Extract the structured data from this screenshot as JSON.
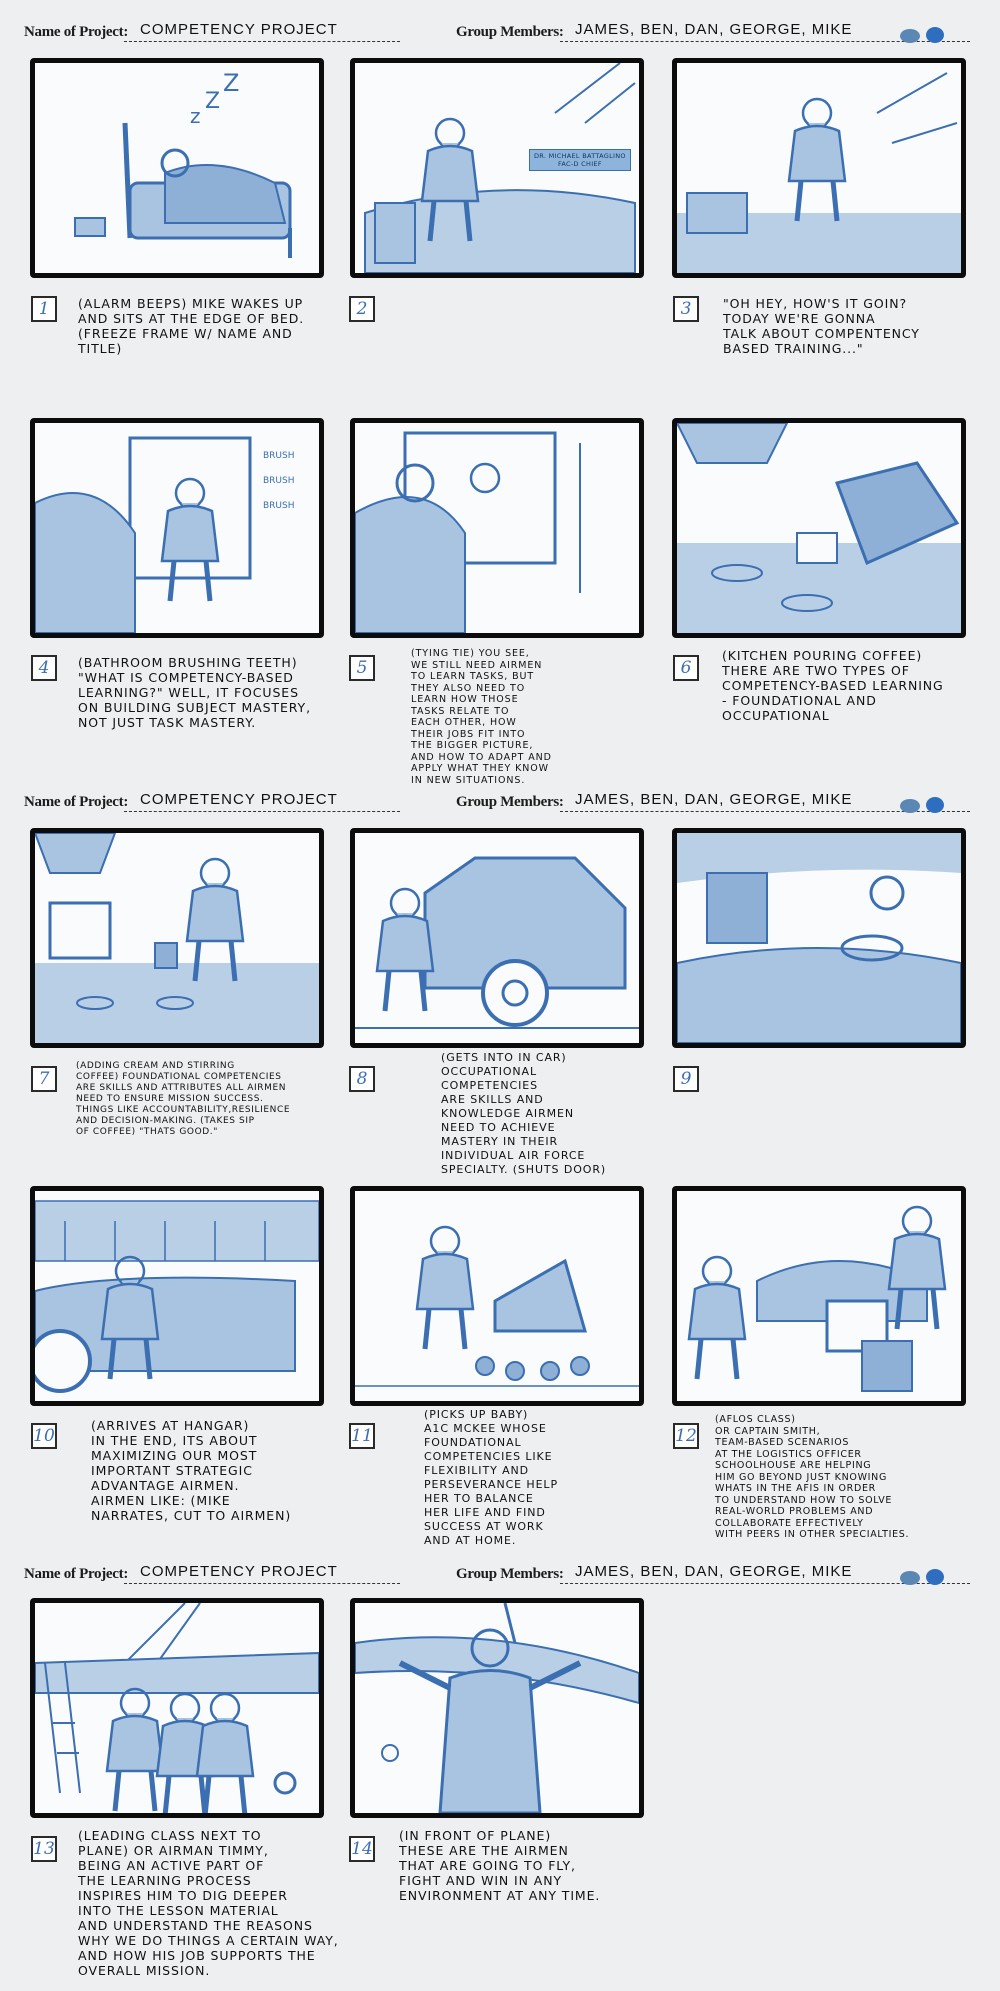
{
  "header": {
    "project_label": "Name of Project:",
    "project_value": "COMPETENCY PROJECT",
    "members_label": "Group Members:",
    "members_value": "JAMES, BEN, DAN, GEORGE, MIKE"
  },
  "colors": {
    "sketch": "#3b6fb2",
    "sketch_light": "#a9c4e0",
    "frame_border": "#0c0c0c"
  },
  "frame2_nameplate": {
    "name": "DR. MICHAEL BATTAGLINO",
    "title": "FAC-D CHIEF"
  },
  "frame4_sfx": [
    "BRUSH",
    "BRUSH",
    "BRUSH"
  ],
  "panels": [
    {
      "num": "1",
      "caption": "(ALARM BEEPS) MIKE WAKES UP\nAND SITS AT THE EDGE OF BED.\n(FREEZE FRAME W/ NAME AND\nTITLE)"
    },
    {
      "num": "2",
      "caption": ""
    },
    {
      "num": "3",
      "caption": "\"OH HEY, HOW'S IT GOIN?\nTODAY WE'RE GONNA\nTALK ABOUT COMPENTENCY\nBASED TRAINING...\""
    },
    {
      "num": "4",
      "caption": "(BATHROOM BRUSHING TEETH)\n\"WHAT IS COMPETENCY-BASED\nLEARNING?\" WELL, IT FOCUSES\nON BUILDING SUBJECT MASTERY,\nNOT JUST TASK MASTERY."
    },
    {
      "num": "5",
      "caption": "(TYING TIE) YOU SEE,\nWE STILL NEED AIRMEN\nTO LEARN TASKS, BUT\nTHEY ALSO NEED TO\nLEARN HOW THOSE\nTASKS RELATE TO\nEACH OTHER, HOW\nTHEIR JOBS FIT INTO\nTHE BIGGER PICTURE,\nAND HOW TO ADAPT AND\nAPPLY WHAT THEY KNOW\nIN NEW SITUATIONS."
    },
    {
      "num": "6",
      "caption": "(KITCHEN POURING COFFEE)\nTHERE ARE TWO TYPES OF\nCOMPETENCY-BASED LEARNING\n- FOUNDATIONAL AND\nOCCUPATIONAL"
    },
    {
      "num": "7",
      "caption": "(ADDING CREAM AND STIRRING\nCOFFEE) FOUNDATIONAL COMPETENCIES\nARE SKILLS AND ATTRIBUTES ALL AIRMEN\nNEED TO ENSURE MISSION SUCCESS.\nTHINGS LIKE ACCOUNTABILITY,RESILIENCE\nAND DECISION-MAKING. (TAKES SIP\nOF COFFEE) \"THATS GOOD.\""
    },
    {
      "num": "8",
      "caption": "(GETS INTO IN CAR)\nOCCUPATIONAL\nCOMPETENCIES\nARE SKILLS AND\nKNOWLEDGE AIRMEN\nNEED TO ACHIEVE\nMASTERY IN THEIR\nINDIVIDUAL AIR FORCE\nSPECIALTY. (SHUTS DOOR)"
    },
    {
      "num": "9",
      "caption": ""
    },
    {
      "num": "10",
      "caption": "(ARRIVES AT HANGAR)\nIN THE END, ITS ABOUT\nMAXIMIZING OUR MOST\nIMPORTANT STRATEGIC\nADVANTAGE  AIRMEN.\nAIRMEN LIKE: (MIKE\nNARRATES, CUT TO AIRMEN)"
    },
    {
      "num": "11",
      "caption": "(PICKS UP BABY)\nA1C MCKEE WHOSE\nFOUNDATIONAL\nCOMPETENCIES LIKE\nFLEXIBILITY AND\nPERSEVERANCE HELP\nHER TO BALANCE\nHER LIFE AND FIND\nSUCCESS AT WORK\nAND AT HOME."
    },
    {
      "num": "12",
      "caption": "(AFLOS CLASS)\nOR CAPTAIN SMITH,\nTEAM-BASED SCENARIOS\nAT THE LOGISTICS OFFICER\nSCHOOLHOUSE ARE HELPING\nHIM GO BEYOND JUST KNOWING\nWHATS IN THE AFIS IN ORDER\nTO UNDERSTAND HOW TO SOLVE\nREAL-WORLD PROBLEMS AND\nCOLLABORATE EFFECTIVELY\nWITH PEERS IN OTHER SPECIALTIES."
    },
    {
      "num": "13",
      "caption": "(LEADING CLASS NEXT TO\nPLANE) OR AIRMAN TIMMY,\nBEING AN ACTIVE PART OF\nTHE LEARNING PROCESS\nINSPIRES HIM TO DIG DEEPER\nINTO THE LESSON MATERIAL\nAND UNDERSTAND THE REASONS\nWHY WE DO THINGS A CERTAIN WAY,\nAND HOW HIS JOB SUPPORTS THE\nOVERALL MISSION."
    },
    {
      "num": "14",
      "caption": "(IN FRONT OF PLANE)\nTHESE ARE THE AIRMEN\nTHAT ARE GOING TO FLY,\nFIGHT AND WIN IN ANY\nENVIRONMENT AT ANY TIME."
    }
  ]
}
